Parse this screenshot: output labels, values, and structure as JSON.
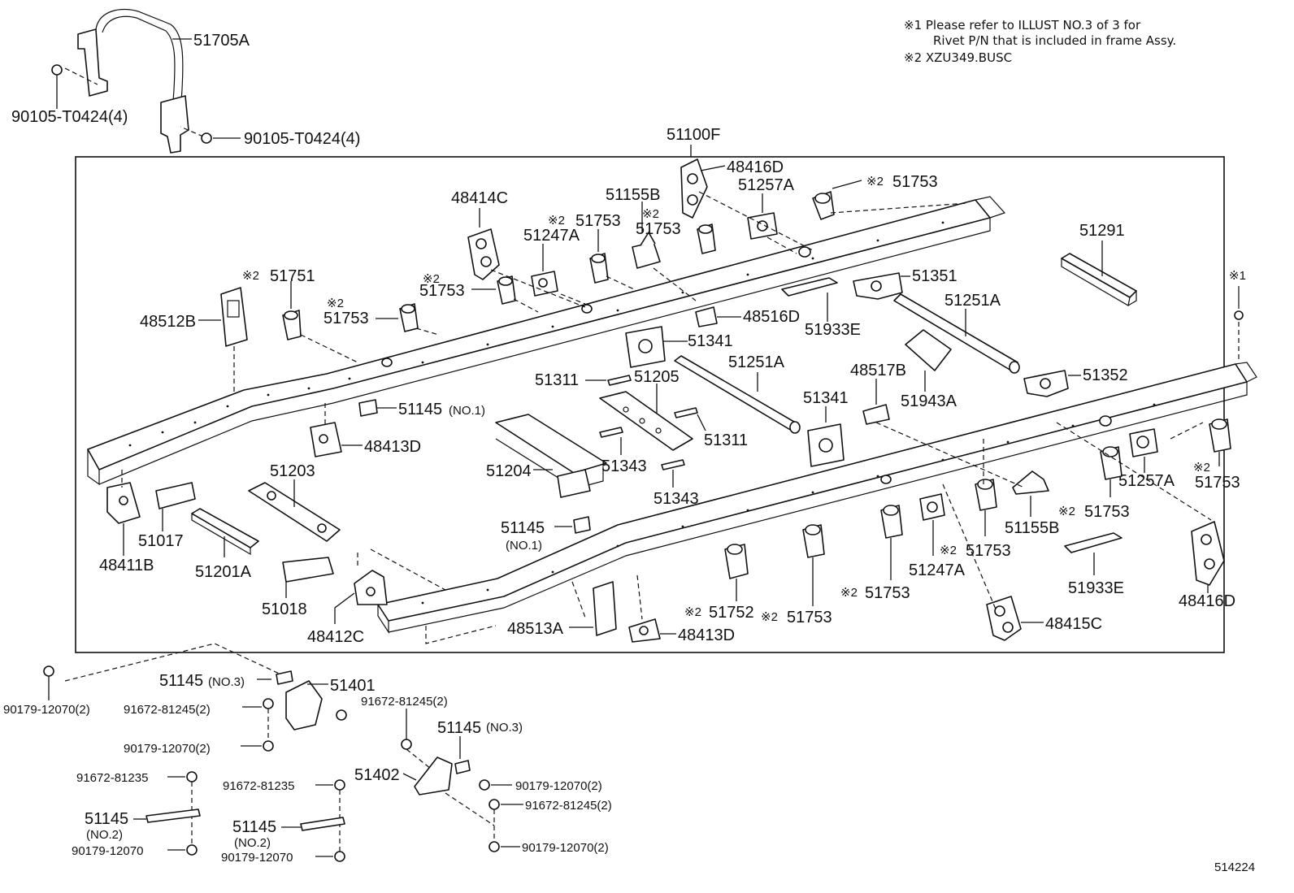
{
  "notes": {
    "note1_line1": "※1 Please refer to ILLUST NO.3 of 3 for",
    "note1_line2": "Rivet P/N that is included in frame Assy.",
    "note2": "※2 XZU349.BUSC"
  },
  "illustration_number": "514224",
  "frame_assembly": "51100F",
  "labels": {
    "p51705A": "51705A",
    "p90105_a": "90105-T0424(4)",
    "p90105_b": "90105-T0424(4)",
    "p48416D_top": "48416D",
    "p51257A_top": "51257A",
    "p51753_top": "51753",
    "p48414C": "48414C",
    "p51155B_top": "51155B",
    "p51753_b": "51753",
    "p51753_c": "51753",
    "p51247A_top": "51247A",
    "p51291": "51291",
    "p51751": "51751",
    "p51753_d": "51753",
    "p51753_e": "51753",
    "p48512B": "48512B",
    "p51351": "51351",
    "p51251A_a": "51251A",
    "p48516D": "48516D",
    "p51933E_a": "51933E",
    "p51341_a": "51341",
    "p51251A_b": "51251A",
    "p48517B": "48517B",
    "p51352": "51352",
    "p51943A": "51943A",
    "p51311_a": "51311",
    "p51205": "51205",
    "p51145_no1_a": "51145",
    "no1_a": "(NO.1)",
    "p51341_b": "51341",
    "p48413D_a": "48413D",
    "p51311_b": "51311",
    "p51203": "51203",
    "p51204": "51204",
    "p51343_a": "51343",
    "p51343_b": "51343",
    "p51257A_r": "51257A",
    "p51753_r": "51753",
    "p48411B": "48411B",
    "p51017": "51017",
    "p51145_no1_b": "51145",
    "no1_b": "(NO.1)",
    "p51155B_r": "51155B",
    "p51753_f": "51753",
    "p51753_g": "51753",
    "p51201A": "51201A",
    "p51247A_b": "51247A",
    "p51933E_b": "51933E",
    "p48416D_r": "48416D",
    "p51018": "51018",
    "p51752": "51752",
    "p51753_h": "51753",
    "p51753_i": "51753",
    "p48513A": "48513A",
    "p48413D_b": "48413D",
    "p48412C": "48412C",
    "p48415C": "48415C",
    "p51145_no3_a": "51145",
    "no3_a": "(NO.3)",
    "p51401": "51401",
    "p90179_a": "90179-12070(2)",
    "p91672_a": "91672-81245(2)",
    "p91672_b": "91672-81245(2)",
    "p90179_b": "90179-12070(2)",
    "p51145_no3_b": "51145",
    "no3_b": "(NO.3)",
    "p91672_81235_a": "91672-81235",
    "p91672_81235_b": "91672-81235",
    "p51402": "51402",
    "p90179_c": "90179-12070(2)",
    "p91672_c": "91672-81245(2)",
    "p51145_no2_a": "51145",
    "no2_a": "(NO.2)",
    "p51145_no2_b": "51145",
    "no2_b": "(NO.2)",
    "p90179_12070_a": "90179-12070",
    "p90179_12070_b": "90179-12070",
    "p90179_d": "90179-12070(2)"
  },
  "marks": {
    "ref1": "※1",
    "ref2": "※2"
  }
}
